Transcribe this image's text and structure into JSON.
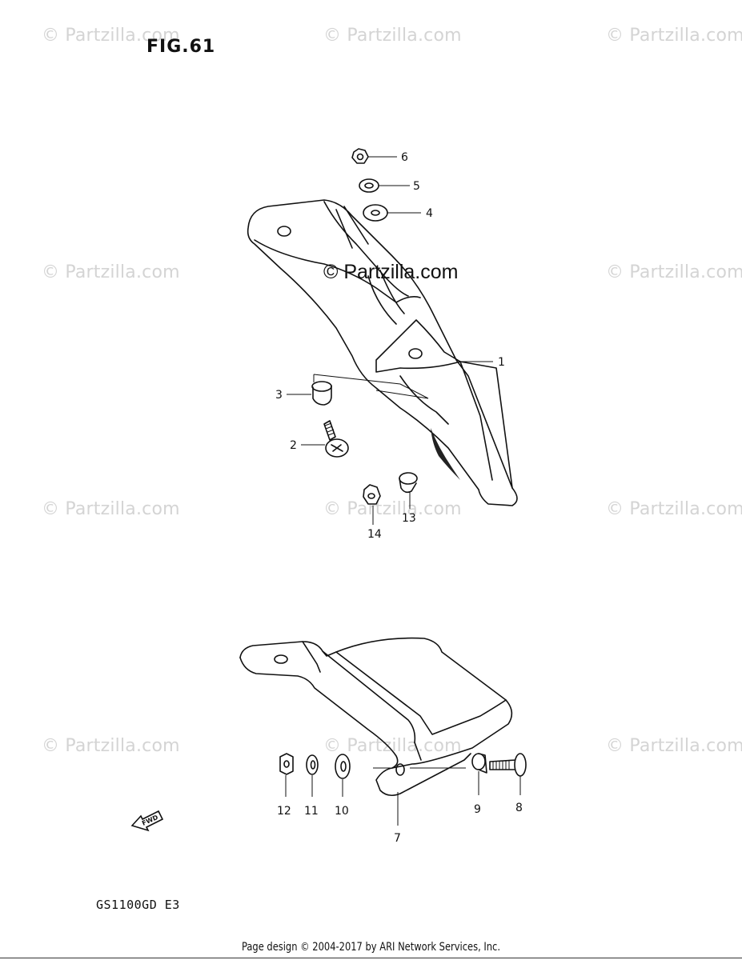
{
  "figure": {
    "title": "FIG.61",
    "model_code": "GS1100GD E3"
  },
  "watermark": {
    "text": "© Partzilla.com",
    "center_text": "© Partzilla.com"
  },
  "callouts": [
    "1",
    "2",
    "3",
    "4",
    "5",
    "6",
    "7",
    "8",
    "9",
    "10",
    "11",
    "12",
    "13",
    "14"
  ],
  "direction_label": "FWD",
  "footer": {
    "text": "Page design © 2004-2017 by ARI Network Services, Inc."
  },
  "colors": {
    "watermark": "#d4d4d4",
    "ink": "#111111",
    "background": "#ffffff"
  }
}
